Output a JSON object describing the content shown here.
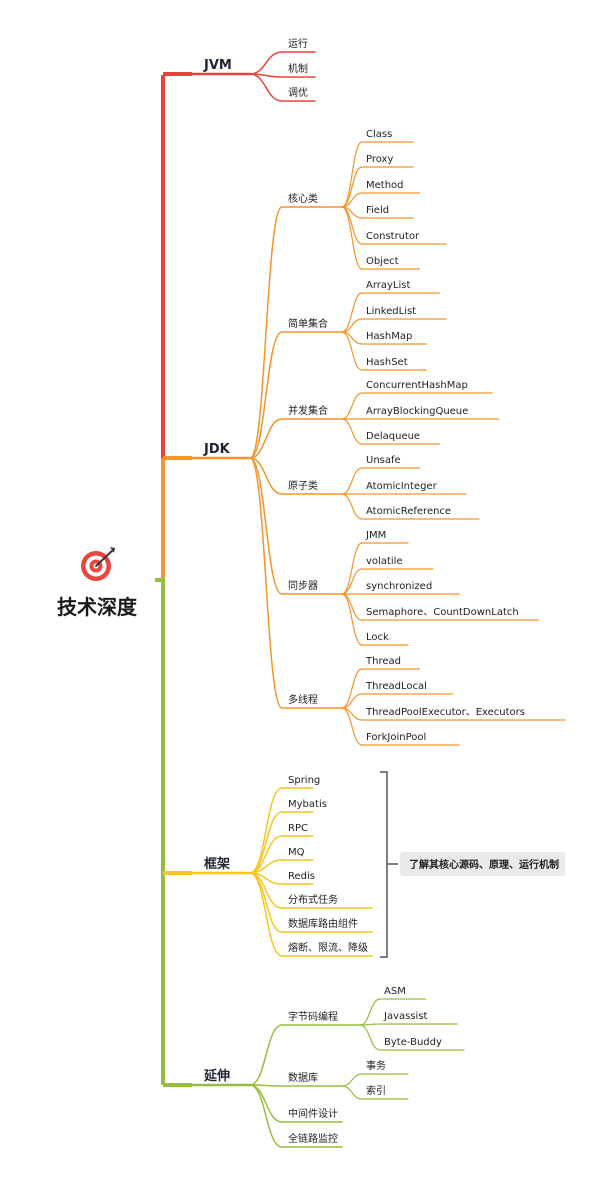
{
  "root": {
    "title": "技术深度",
    "icon": "target-icon"
  },
  "colors": {
    "jvm": "#E5443A",
    "jdk": "#F5942A",
    "framework": "#F7C623",
    "extension": "#96BD3F",
    "trunk_lower": "#96BD3F",
    "note_bg": "#EAEAEA",
    "bracket": "#555555"
  },
  "branches": [
    {
      "id": "jvm",
      "label": "JVM",
      "items": [
        {
          "label": "运行"
        },
        {
          "label": "机制"
        },
        {
          "label": "调优"
        }
      ]
    },
    {
      "id": "jdk",
      "label": "JDK",
      "items": [
        {
          "label": "核心类",
          "items": [
            {
              "label": "Class"
            },
            {
              "label": "Proxy"
            },
            {
              "label": "Method"
            },
            {
              "label": "Field"
            },
            {
              "label": "Construtor"
            },
            {
              "label": "Object"
            }
          ]
        },
        {
          "label": "简单集合",
          "items": [
            {
              "label": "ArrayList"
            },
            {
              "label": "LinkedList"
            },
            {
              "label": "HashMap"
            },
            {
              "label": "HashSet"
            }
          ]
        },
        {
          "label": "并发集合",
          "items": [
            {
              "label": "ConcurrentHashMap"
            },
            {
              "label": "ArrayBlockingQueue"
            },
            {
              "label": "Delaqueue"
            }
          ]
        },
        {
          "label": "原子类",
          "items": [
            {
              "label": "Unsafe"
            },
            {
              "label": "AtomicInteger"
            },
            {
              "label": "AtomicReference"
            }
          ]
        },
        {
          "label": "同步器",
          "items": [
            {
              "label": "JMM"
            },
            {
              "label": "volatile"
            },
            {
              "label": "synchronized"
            },
            {
              "label": "Semaphore、CountDownLatch"
            },
            {
              "label": "Lock"
            }
          ]
        },
        {
          "label": "多线程",
          "items": [
            {
              "label": "Thread"
            },
            {
              "label": "ThreadLocal"
            },
            {
              "label": "ThreadPoolExecutor、Executors"
            },
            {
              "label": "ForkJoinPool"
            }
          ]
        }
      ]
    },
    {
      "id": "framework",
      "label": "框架",
      "items": [
        {
          "label": "Spring"
        },
        {
          "label": "Mybatis"
        },
        {
          "label": "RPC"
        },
        {
          "label": "MQ"
        },
        {
          "label": "Redis"
        },
        {
          "label": "分布式任务"
        },
        {
          "label": "数据库路由组件"
        },
        {
          "label": "熔断、限流、降级"
        }
      ],
      "note": "了解其核心源码、原理、运行机制"
    },
    {
      "id": "extension",
      "label": "延伸",
      "items": [
        {
          "label": "字节码编程",
          "items": [
            {
              "label": "ASM"
            },
            {
              "label": "Javassist"
            },
            {
              "label": "Byte-Buddy"
            }
          ]
        },
        {
          "label": "数据库",
          "items": [
            {
              "label": "事务"
            },
            {
              "label": "索引"
            }
          ]
        },
        {
          "label": "中间件设计"
        },
        {
          "label": "全链路监控"
        }
      ]
    }
  ]
}
